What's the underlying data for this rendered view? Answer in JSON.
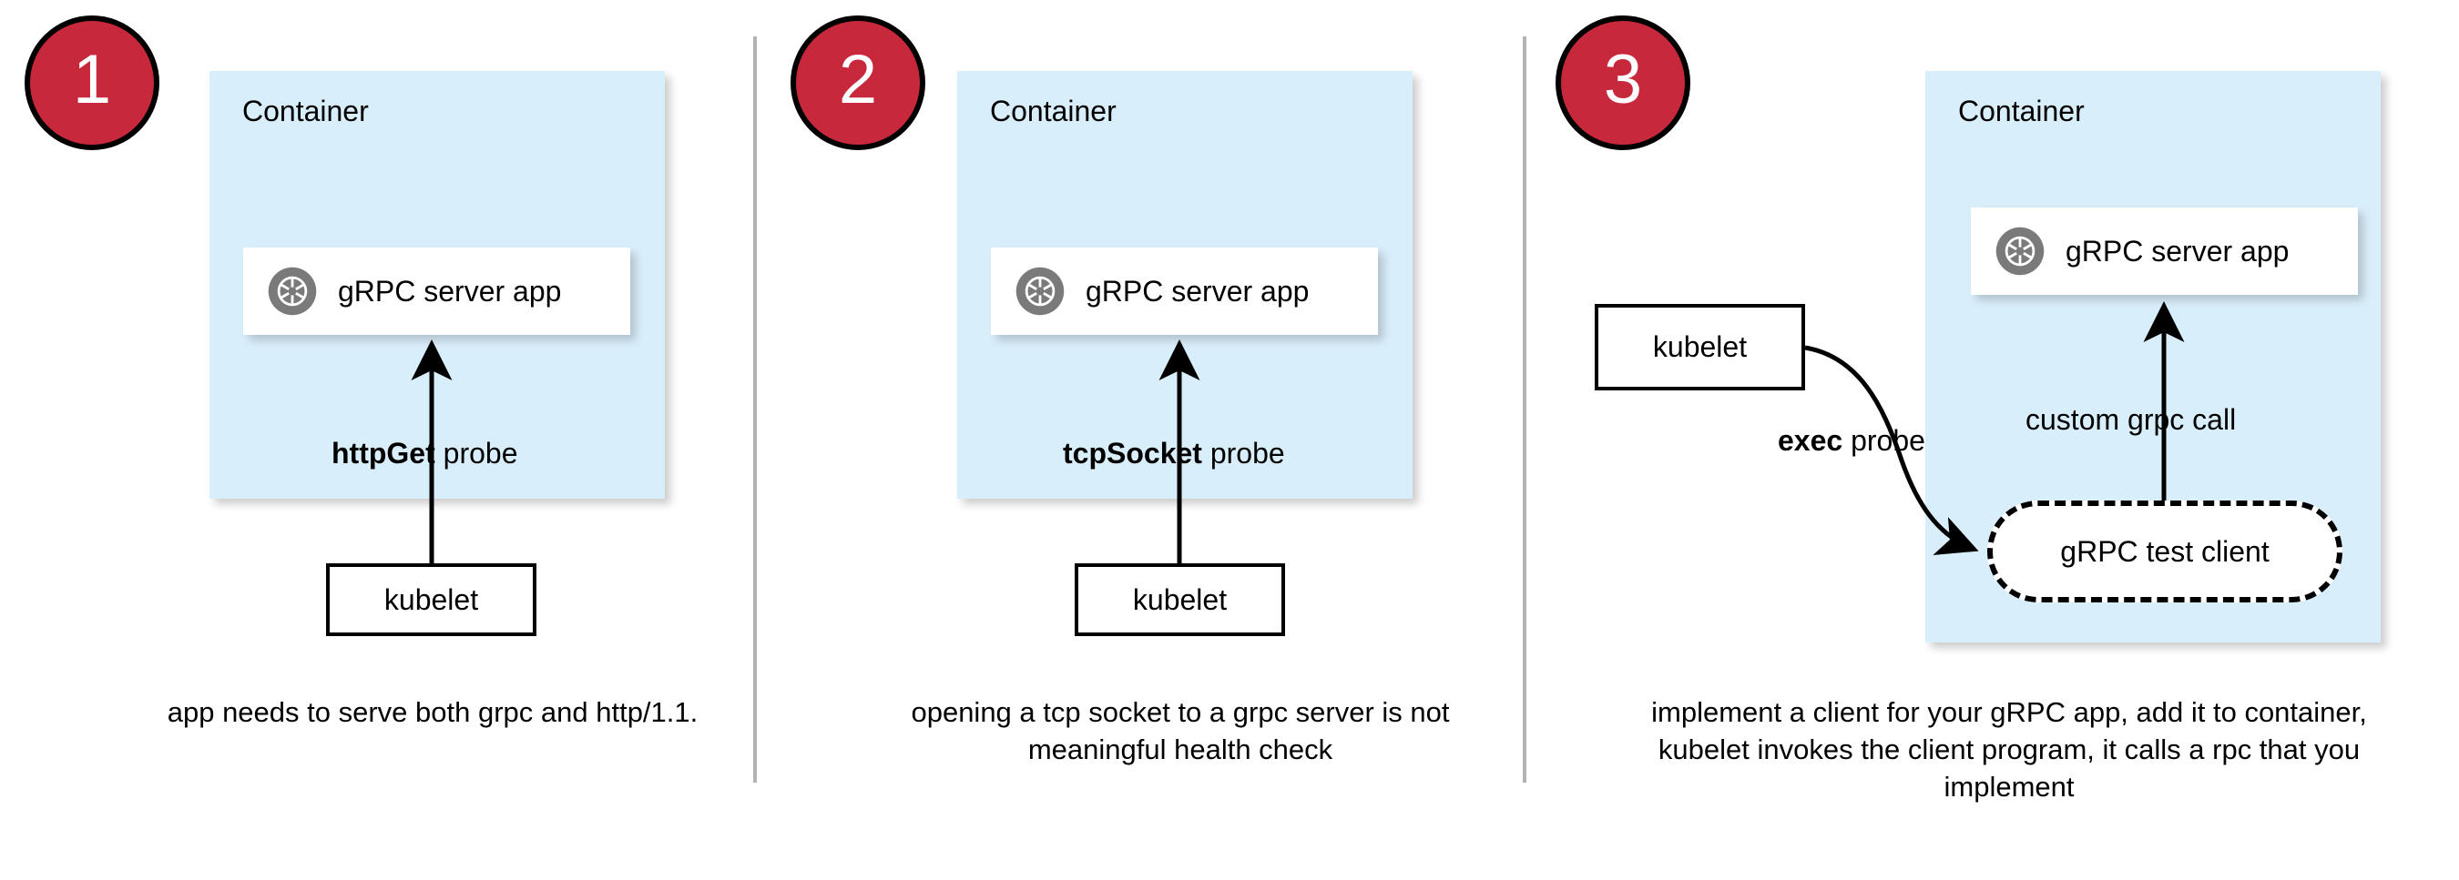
{
  "diagram": {
    "title": "Kubernetes gRPC health check probe approaches",
    "colors": {
      "badge_fill": "#c8283c",
      "badge_border": "#000000",
      "badge_text": "#ffffff",
      "container_fill": "#d9eefb",
      "card_fill": "#ffffff",
      "stroke": "#000000",
      "divider": "#b3b3b3",
      "icon_gray": "#7a7a7a"
    }
  },
  "panels": [
    {
      "number": "1",
      "container_label": "Container",
      "app_label": "gRPC server app",
      "app_icon": "grpc-logo-icon",
      "probe_label_bold": "httpGet",
      "probe_label_rest": " probe",
      "kubelet_label": "kubelet",
      "caption": "app needs to serve both grpc and http/1.1."
    },
    {
      "number": "2",
      "container_label": "Container",
      "app_label": "gRPC server app",
      "app_icon": "grpc-logo-icon",
      "probe_label_bold": "tcpSocket",
      "probe_label_rest": " probe",
      "kubelet_label": "kubelet",
      "caption": "opening a tcp socket to a grpc server is not meaningful health check"
    },
    {
      "number": "3",
      "container_label": "Container",
      "app_label": "gRPC server app",
      "app_icon": "grpc-logo-icon",
      "probe_label_bold": "exec",
      "probe_label_rest": " probe",
      "kubelet_label": "kubelet",
      "call_label": "custom grpc call",
      "test_client_label": "gRPC test client",
      "caption": "implement a client for your gRPC app, add it to container, kubelet invokes the client program, it calls a rpc that you implement"
    }
  ]
}
